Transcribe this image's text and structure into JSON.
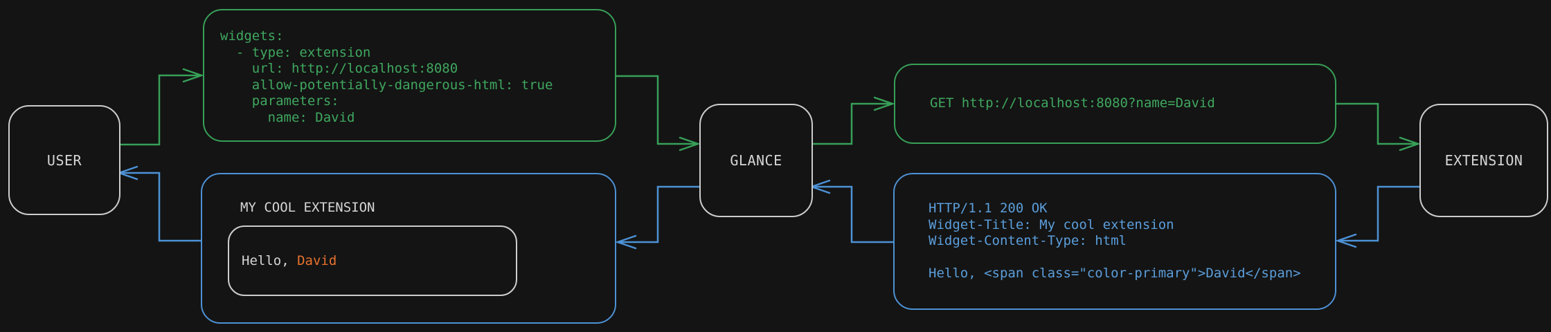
{
  "palette": {
    "bg": "#141414",
    "line_green": "#37a058",
    "line_blue": "#4d92d6",
    "code_green": "#3fa75f",
    "code_blue": "#5b9edb",
    "node_border": "#cdcdcd",
    "text_light": "#d6d6d6",
    "accent_orange": "#e8722e"
  },
  "nodes": {
    "user": {
      "label": "USER"
    },
    "glance": {
      "label": "GLANCE"
    },
    "extension": {
      "label": "EXTENSION"
    }
  },
  "messages": {
    "config_yaml": {
      "lines": [
        "widgets:",
        "  - type: extension",
        "    url: http://localhost:8080",
        "    allow-potentially-dangerous-html: true",
        "    parameters:",
        "      name: David"
      ]
    },
    "request": {
      "text": "GET http://localhost:8080?name=David"
    },
    "response": {
      "lines": [
        "HTTP/1.1 200 OK",
        "Widget-Title: My cool extension",
        "Widget-Content-Type: html",
        "",
        "Hello, <span class=\"color-primary\">David</span>"
      ]
    },
    "widget_preview": {
      "title": "MY COOL EXTENSION",
      "greeting_prefix": "Hello, ",
      "greeting_name": "David"
    }
  }
}
